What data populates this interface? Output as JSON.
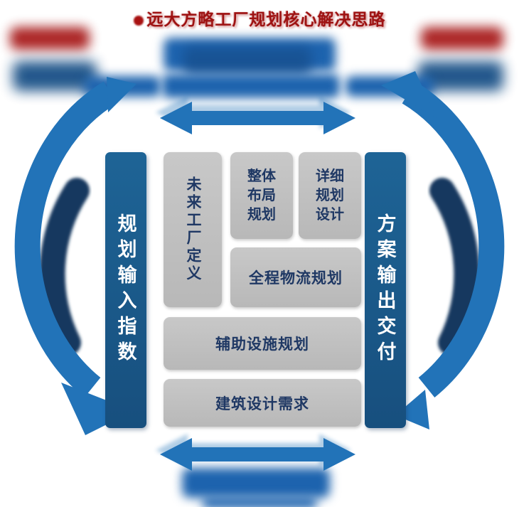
{
  "title": {
    "logo_icon": "red-dot-logo",
    "text": "远大方略工厂规划核心解决思路"
  },
  "columns": {
    "left": {
      "label": "规划输入指数"
    },
    "right": {
      "label": "方案输出交付"
    }
  },
  "modules": {
    "future_factory": {
      "label": "未来工厂定义"
    },
    "overall_layout": {
      "label": "整体\n布局\n规划"
    },
    "detailed_design": {
      "label": "详细\n规划\n设计"
    },
    "logistics": {
      "label": "全程物流规划"
    },
    "auxiliary": {
      "label": "辅助设施规划"
    },
    "building": {
      "label": "建筑设计需求"
    }
  },
  "colors": {
    "arrow_blue": "#2273B8",
    "bar_blue": "#1B5C8F",
    "box_gray": "#BFBFBF",
    "box_text_navy": "#1F3864",
    "title_red": "#9E1212",
    "inner_shadow_navy": "#17375E",
    "ghost_red": "#A30F0F",
    "ghost_blue": "#1D63AE"
  }
}
